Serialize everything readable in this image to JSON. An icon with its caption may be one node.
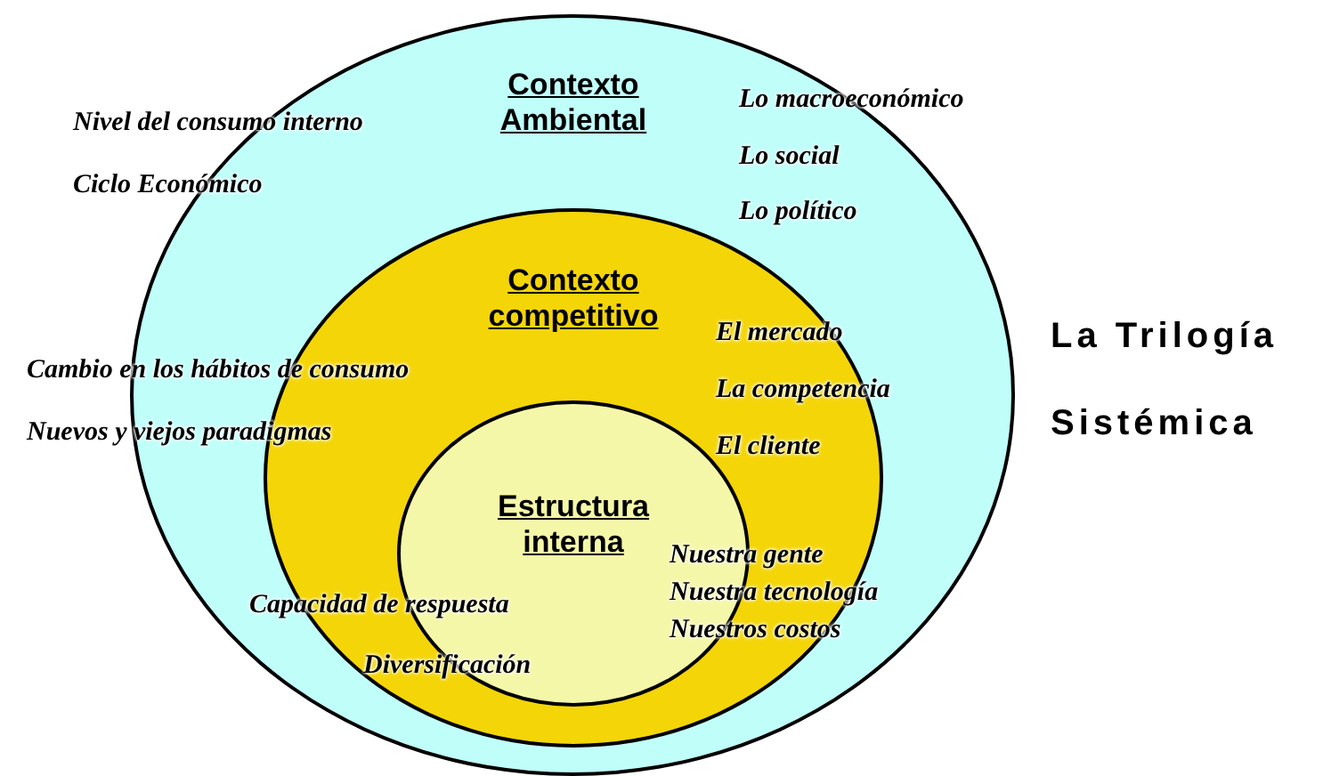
{
  "diagram": {
    "title": "La Trilogía Sistémica",
    "nodes": [
      {
        "text": [
          "Contexto Ambiental"
        ]
      },
      {
        "text": [
          "Contexto competitivo"
        ],
        "in": 0
      },
      {
        "text": [
          "Estructura interna"
        ],
        "in": 1
      }
    ],
    "labels": [
      "Lo macroeconómico",
      "Nivel del consumo interno",
      "Lo social",
      "Ciclo Económico",
      "Lo político",
      "El mercado",
      "Cambio en los hábitos de consumo",
      "La competencia",
      "Nuevos y viejos paradigmas",
      "El cliente",
      "Nuestra gente",
      "Nuestra tecnología",
      "Capacidad de respuesta",
      "Nuestros costos",
      "Diversificación"
    ]
  }
}
